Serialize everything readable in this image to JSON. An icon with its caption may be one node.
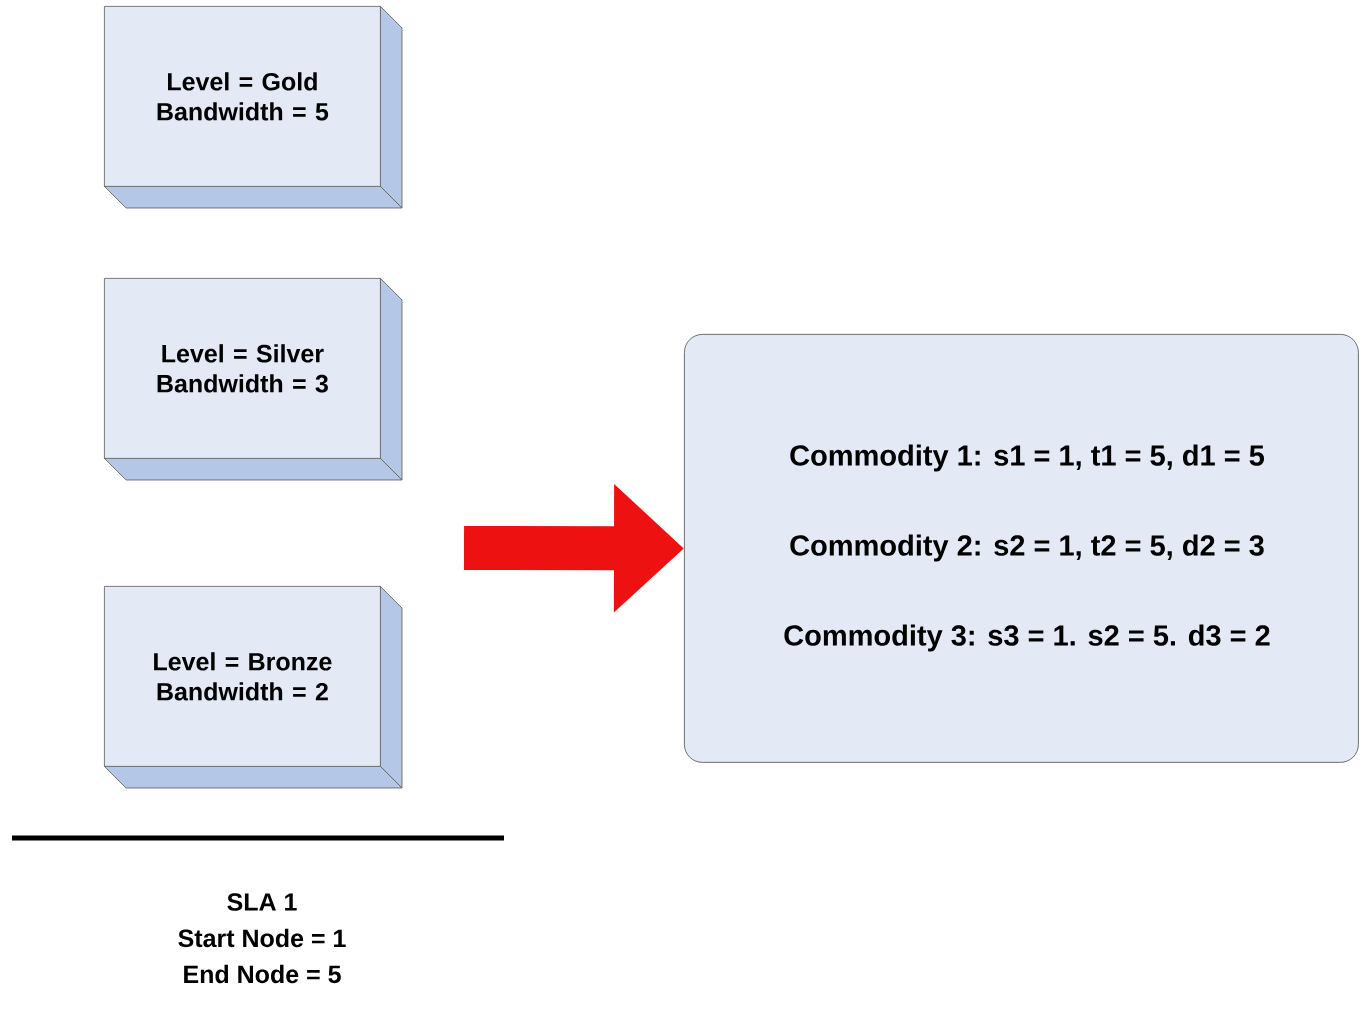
{
  "diagram": {
    "nodes": [
      {
        "text": [
          "Level = Gold Bandwidth = 5"
        ]
      },
      {
        "text": [
          "Level = Silver Bandwidth = 3"
        ]
      },
      {
        "text": [
          "Level = Bronze Bandwidth = 2"
        ]
      },
      {
        "text": [
          "Commodity 1: s1 = 1, t1 = 5, d1 = 5",
          "Commodity 2: s2 = 1, t2 = 5, d2 = 3",
          "Commodity 3: s3 = 1. s2 = 5. d3 = 2"
        ]
      }
    ],
    "edges": [
      {
        "from": null,
        "to": 3,
        "arrow": "to"
      }
    ],
    "labels": [
      "SLA 1",
      "Start Node = 1",
      "End Node = 5"
    ]
  }
}
